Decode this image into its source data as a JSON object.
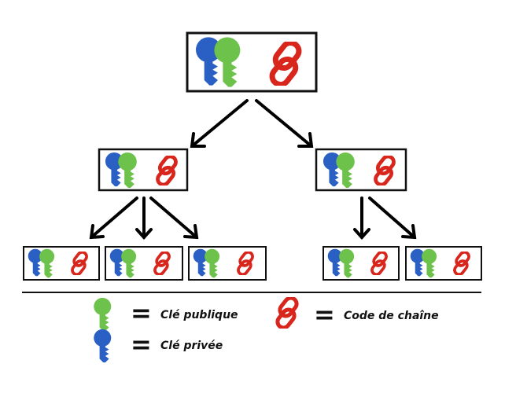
{
  "colors": {
    "public_key": "#6cc24a",
    "private_key": "#2a5fc4",
    "chain_code": "#d9261c",
    "outline": "#111111",
    "arrow": "#000000"
  },
  "icons": {
    "public_key": "green-key-icon",
    "private_key": "blue-key-icon",
    "chain_code": "chain-link-icon"
  },
  "tree": {
    "root": {
      "children": [
        {
          "children": [
            {},
            {},
            {}
          ]
        },
        {
          "children": [
            {},
            {}
          ]
        }
      ]
    }
  },
  "legend": {
    "public_key_label": "Clé publique",
    "private_key_label": "Clé privée",
    "chain_code_label": "Code de chaîne",
    "equals_symbol": "="
  }
}
